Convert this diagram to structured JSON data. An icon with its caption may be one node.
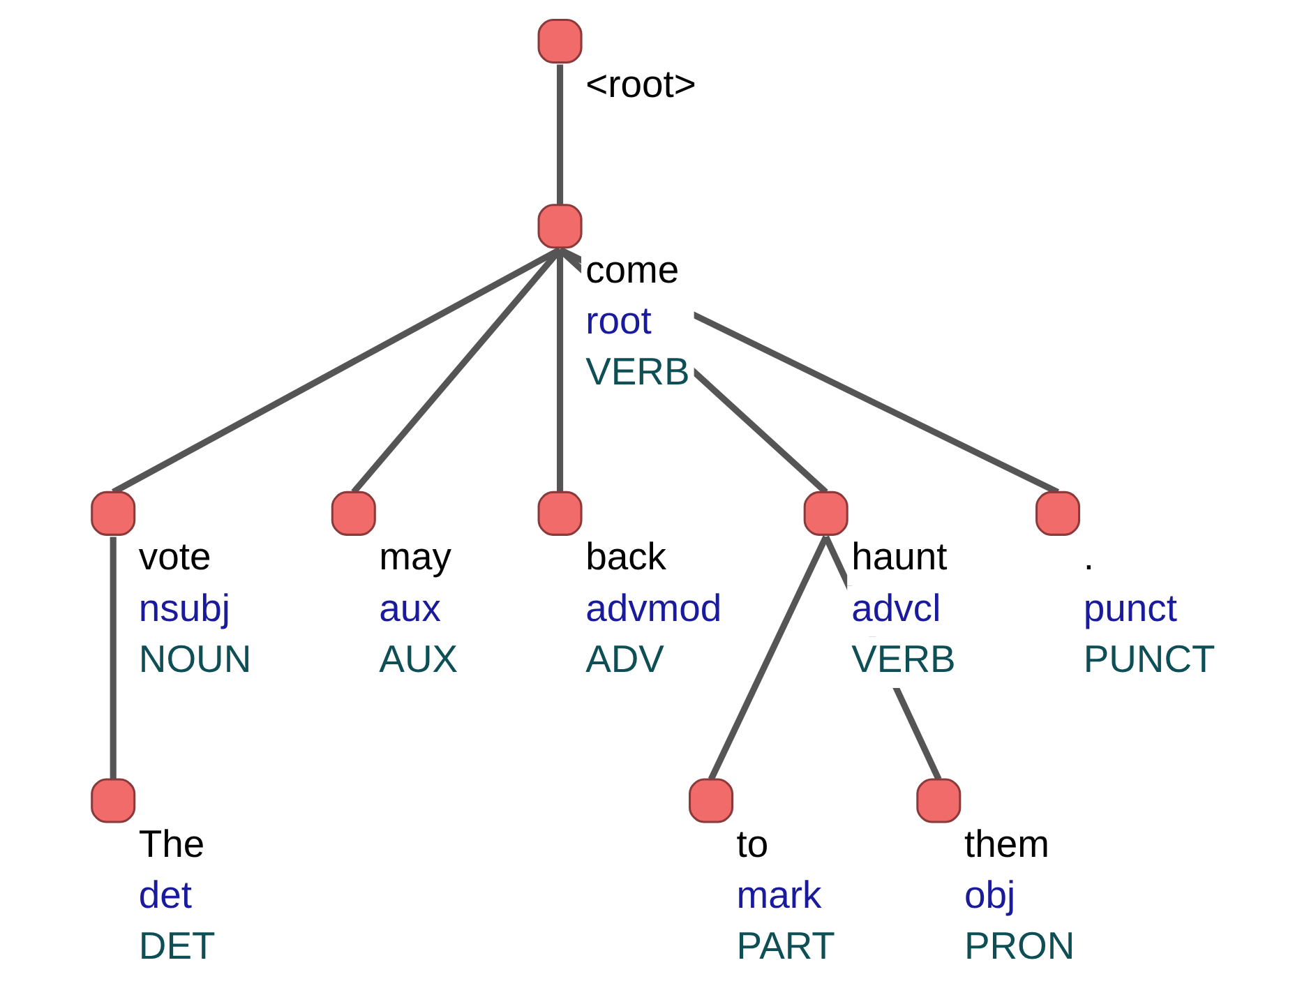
{
  "diagram": {
    "nodes": [
      {
        "text": [
          "<root>"
        ]
      },
      {
        "text": [
          "come",
          "root",
          "VERB"
        ]
      },
      {
        "text": [
          "vote",
          "nsubj",
          "NOUN"
        ]
      },
      {
        "text": [
          "may",
          "aux",
          "AUX"
        ]
      },
      {
        "text": [
          "back",
          "advmod",
          "ADV"
        ]
      },
      {
        "text": [
          "haunt",
          "advcl",
          "VERB"
        ]
      },
      {
        "text": [
          ".",
          "punct",
          "PUNCT"
        ]
      },
      {
        "text": [
          "The",
          "det",
          "DET"
        ]
      },
      {
        "text": [
          "to",
          "mark",
          "PART"
        ]
      },
      {
        "text": [
          "them",
          "obj",
          "PRON"
        ]
      }
    ],
    "edges": [
      {
        "from": 0,
        "to": 1,
        "arrow": "none"
      },
      {
        "from": 1,
        "to": 2,
        "arrow": "none"
      },
      {
        "from": 1,
        "to": 3,
        "arrow": "none"
      },
      {
        "from": 1,
        "to": 4,
        "arrow": "none"
      },
      {
        "from": 1,
        "to": 5,
        "arrow": "none"
      },
      {
        "from": 1,
        "to": 6,
        "arrow": "none"
      },
      {
        "from": 2,
        "to": 7,
        "arrow": "none"
      },
      {
        "from": 5,
        "to": 8,
        "arrow": "none"
      },
      {
        "from": 5,
        "to": 9,
        "arrow": "none"
      }
    ]
  }
}
